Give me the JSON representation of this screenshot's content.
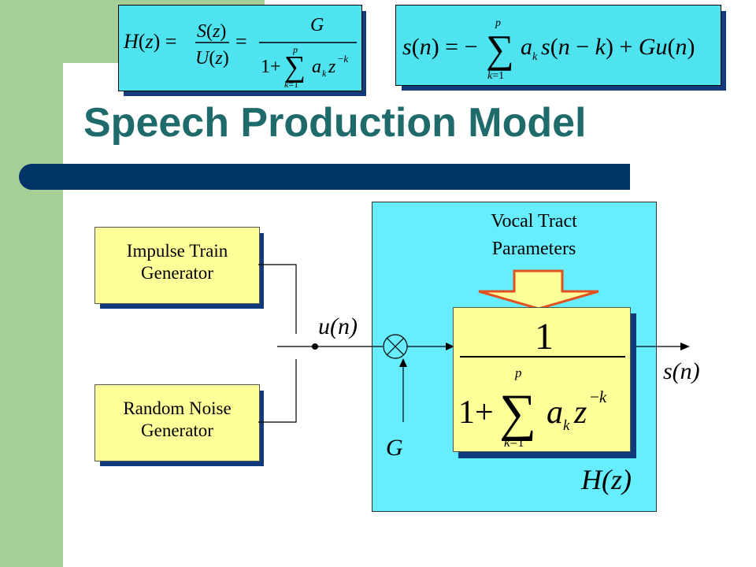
{
  "title": "Speech Production Model",
  "equations": {
    "transfer_function": "H(z) = S(z)/U(z) = G / (1 + Σ_{k=1}^{p} a_k z^{-k})",
    "difference_equation": "s(n) = −Σ_{k=1}^{p} a_k s(n−k) + G u(n)"
  },
  "diagram": {
    "impulse_generator": [
      "Impulse Train",
      "Generator"
    ],
    "noise_generator": [
      "Random Noise",
      "Generator"
    ],
    "vocal_tract_label": [
      "Vocal Tract",
      "Parameters"
    ],
    "input_signal": "u(n)",
    "output_signal": "s(n)",
    "gain": "G",
    "filter_name": "H(z)"
  },
  "colors": {
    "background_accent": "#a6cf98",
    "title": "#1f6b6b",
    "title_bar": "#003366",
    "formula_box": "#4fe3f0",
    "generator_box": "#ffff99",
    "filter_panel": "#66eeff",
    "arrow_outline": "#e05020"
  }
}
